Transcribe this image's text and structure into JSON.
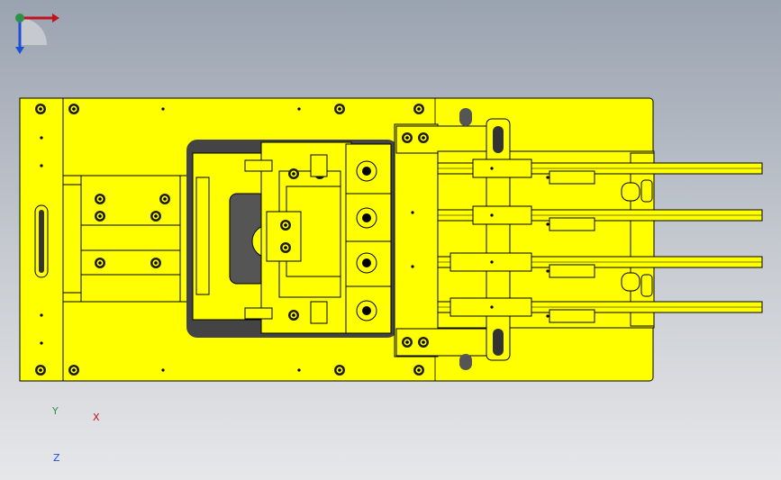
{
  "viewport": {
    "background_top": "#9aa3b0",
    "background_bottom": "#e6e7e9"
  },
  "model": {
    "body_color": "#ffff00",
    "outline_color": "#000000",
    "shadow_color": "#555555"
  },
  "triad": {
    "x_label": "X",
    "y_label": "Y",
    "z_label": "Z",
    "x_color": "#c1121f",
    "y_color": "#2b9348",
    "z_color": "#1d4ed8"
  }
}
